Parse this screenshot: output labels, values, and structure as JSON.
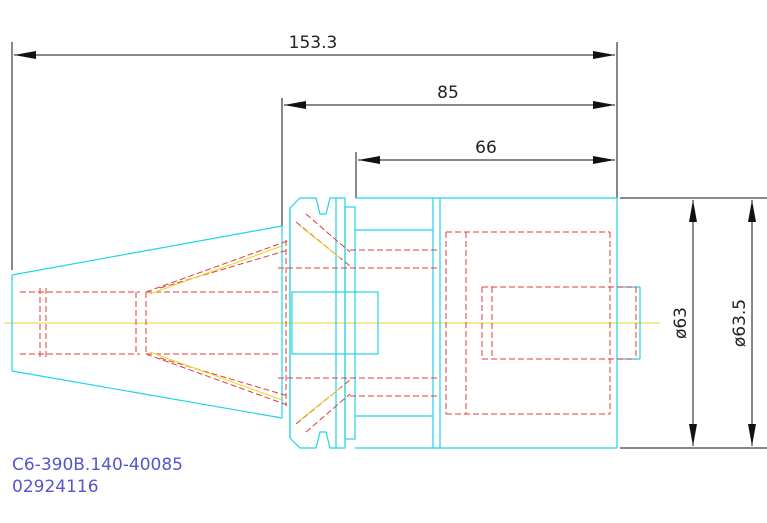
{
  "dimensions": {
    "overall_length": "153.3",
    "gauge_length": "85",
    "body_length": "66",
    "nose_diameter": "ø63",
    "flange_diameter": "ø63.5"
  },
  "part": {
    "code": "C6-390B.140-40085",
    "item_number": "02924116"
  },
  "colors": {
    "outline": "#22d3e6",
    "hidden": "#e23b3b",
    "center": "#e6d629",
    "dimension": "#111111",
    "label": "#5555cc"
  }
}
